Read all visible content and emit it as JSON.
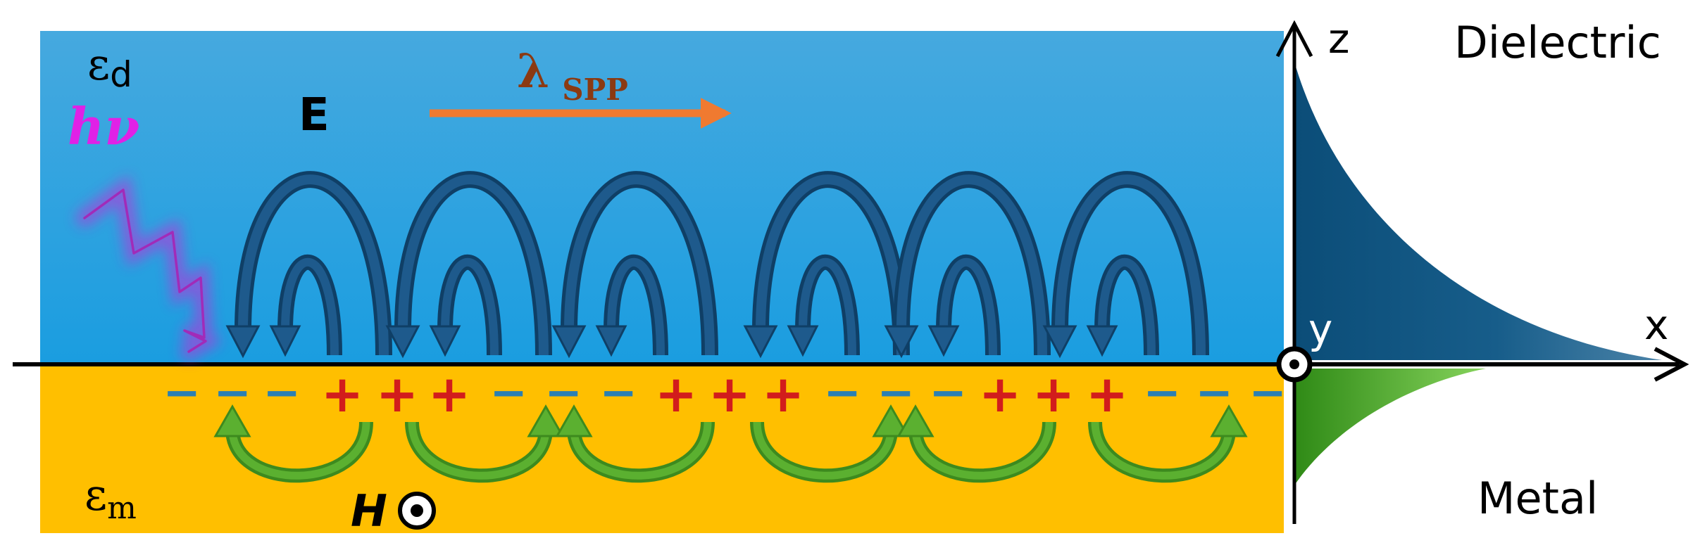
{
  "labels": {
    "eps_d_symbol": "ε",
    "eps_d_sub": "d",
    "eps_m_symbol": "ε",
    "eps_m_sub": "m",
    "photon": "hν",
    "field_e": "E",
    "field_h": "H",
    "wavelength_symbol": "λ",
    "wavelength_sub": "SPP",
    "axis_z": "z",
    "axis_x": "x",
    "axis_y": "y",
    "dielectric": "Dielectric",
    "metal": "Metal"
  },
  "charges": [
    "−",
    "−",
    "−",
    "+",
    "+",
    "+",
    "−",
    "−",
    "−",
    "+",
    "+",
    "+",
    "−",
    "−",
    "−",
    "+",
    "+",
    "+",
    "−",
    "−",
    "−"
  ],
  "colors": {
    "dielectric_top": "#46a9df",
    "dielectric_bottom": "#1b9fe0",
    "metal": "#ffbf00",
    "e_field": "#1e5a8c",
    "h_field": "#5bb030",
    "plus": "#d21c1c",
    "minus": "#2b7fb2",
    "spp_arrow": "#f07a30",
    "wavelength_text": "#8b3a12",
    "photon_text": "#e021e6",
    "decay_dielectric": "#0c4f7a",
    "decay_metal": "#3d9a1c"
  }
}
